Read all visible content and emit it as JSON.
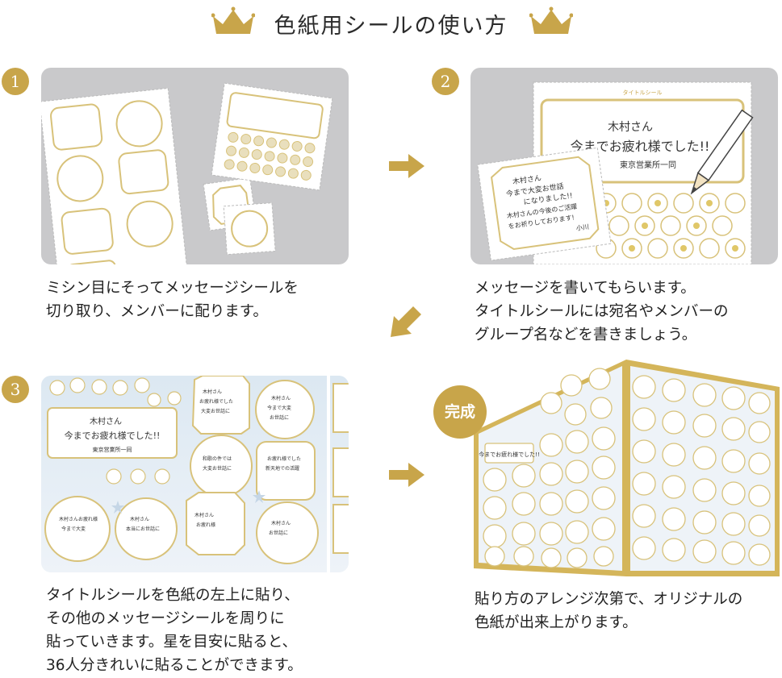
{
  "title": "色紙用シールの使い方",
  "steps": [
    {
      "number": "1",
      "text": "ミシン目にそってメッセージシールを\n切り取り、メンバーに配ります。"
    },
    {
      "number": "2",
      "text": "メッセージを書いてもらいます。\nタイトルシールには宛名やメンバーの\nグループ名などを書きましょう。"
    },
    {
      "number": "3",
      "text": "タイトルシールを色紙の左上に貼り、\nその他のメッセージシールを周りに\n貼っていきます。星を目安に貼ると、\n36人分きれいに貼ることができます。"
    },
    {
      "number": "",
      "text": "貼り方のアレンジ次第で、オリジナルの\n色紙が出来上がります。"
    }
  ],
  "badge_done": "完成",
  "sheet_header": "タイトルシール",
  "sample_title": {
    "line1": "木村さん",
    "line2": "今までお疲れ様でした!!",
    "line3": "東京営業所一同"
  },
  "sample_message": {
    "line1": "木村さん",
    "line2": "今まで大変お世話",
    "line3": "になりました!!",
    "line4": "木村さんの今後のご活躍",
    "line5": "をお祈りしております!",
    "line6": "小川"
  },
  "colors": {
    "gold": "#c8a54a",
    "gray_bg": "#c9c9cb",
    "sheet": "#ffffff",
    "blue_bg": "#e4edf5"
  }
}
